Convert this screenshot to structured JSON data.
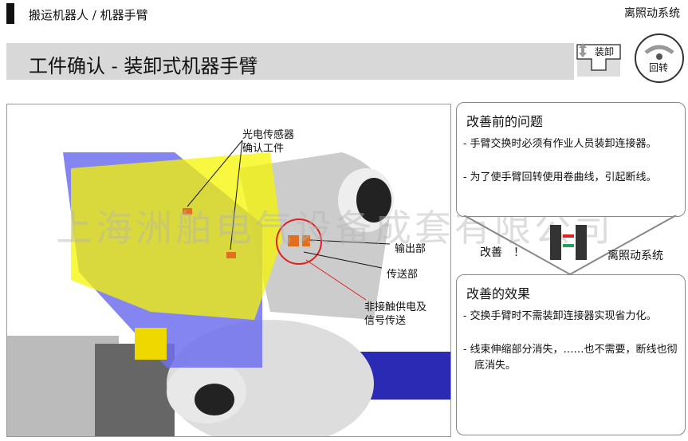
{
  "header": {
    "breadcrumb": "搬运机器人 /  机器手臂",
    "system": "离照动系统"
  },
  "title": "工件确认 - 装卸式机器手臂",
  "icons": {
    "load_label": "装卸",
    "rotate_label": "回转"
  },
  "figure": {
    "labels": {
      "sensor": "光电传感器\n确认工件",
      "output": "输出部",
      "transfer": "传送部",
      "noncontact": "非接触供电及\n信号传送"
    },
    "logo": "world"
  },
  "watermark": "上海洲舶电气设备成套有限公司",
  "before": {
    "heading": "改善前的问题",
    "items": [
      "手臂交换时必须有作业人员装卸连接器。",
      "为了使手臂回转使用卷曲线，引起断线。"
    ]
  },
  "middle": {
    "improve": "改善　！",
    "system": "离照动系统"
  },
  "after": {
    "heading": "改善的效果",
    "items": [
      "交换手臂时不需装卸连接器实现省力化。",
      "线束伸缩部分消失，……也不需要，断线也彻底消失。"
    ]
  }
}
